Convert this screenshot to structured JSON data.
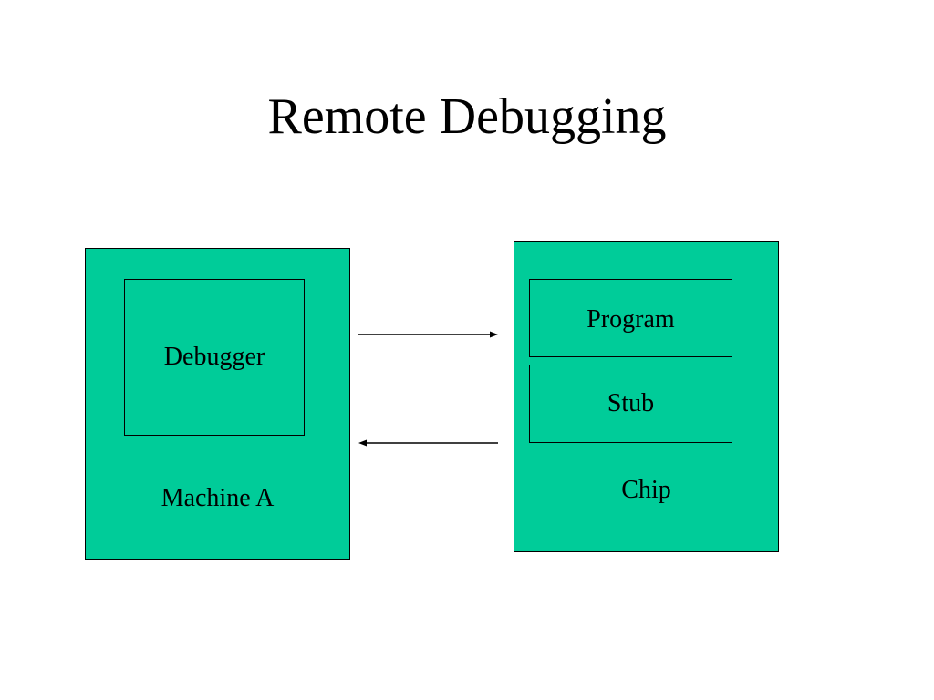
{
  "slide": {
    "title": "Remote Debugging"
  },
  "diagram": {
    "machine": {
      "label": "Machine A",
      "inner": "Debugger"
    },
    "chip": {
      "label": "Chip",
      "program": "Program",
      "stub": "Stub"
    },
    "fill_color": "#00cc99"
  }
}
